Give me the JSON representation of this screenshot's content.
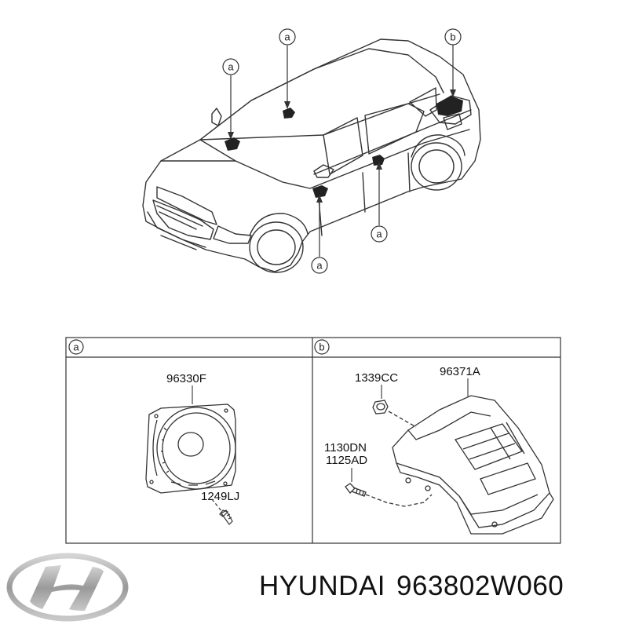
{
  "callouts": {
    "a": "a",
    "b": "b"
  },
  "panel_a": {
    "label": "a",
    "parts": {
      "speaker": "96330F",
      "screw": "1249LJ"
    }
  },
  "panel_b": {
    "label": "b",
    "parts": {
      "nut": "1339CC",
      "amplifier": "96371A",
      "bolt_line1": "1130DN",
      "bolt_line2": "1125AD"
    }
  },
  "footer": {
    "brand": "HYUNDAI",
    "part_number": "963802W060"
  },
  "colors": {
    "line": "#333333",
    "logo": "#a8a8a8"
  }
}
